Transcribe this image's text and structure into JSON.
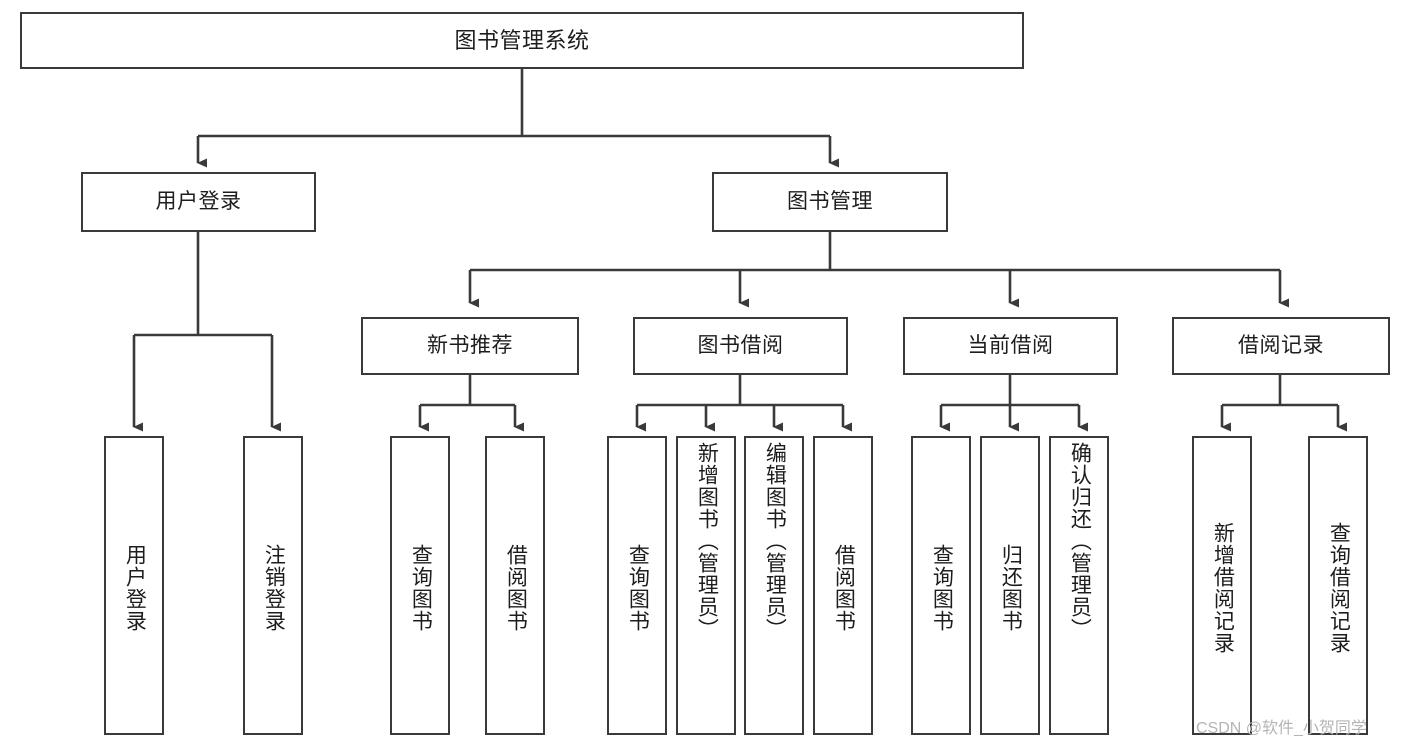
{
  "diagram": {
    "title": "图书管理系统",
    "type": "hierarchy-tree",
    "watermark": "CSDN @软件_小贺同学",
    "colors": {
      "stroke": "#3a3a3a",
      "background": "#ffffff",
      "text": "#1d1d1d",
      "watermark": "#b4b4b4"
    },
    "nodes": {
      "root": {
        "label": "图书管理系统"
      },
      "level2": [
        {
          "id": "user-login",
          "label": "用户登录"
        },
        {
          "id": "book-management",
          "label": "图书管理"
        }
      ],
      "level3": [
        {
          "id": "new-book-recommend",
          "label": "新书推荐"
        },
        {
          "id": "book-borrow",
          "label": "图书借阅"
        },
        {
          "id": "current-borrow",
          "label": "当前借阅"
        },
        {
          "id": "borrow-record",
          "label": "借阅记录"
        }
      ],
      "leaves": {
        "user-login": [
          {
            "id": "leaf-user-login",
            "label": "用户登录"
          },
          {
            "id": "leaf-logout-login",
            "label": "注销登录"
          }
        ],
        "new-book-recommend": [
          {
            "id": "leaf-query-book-1",
            "label": "查询图书"
          },
          {
            "id": "leaf-borrow-book-1",
            "label": "借阅图书"
          }
        ],
        "book-borrow": [
          {
            "id": "leaf-query-book-2",
            "label": "查询图书"
          },
          {
            "id": "leaf-add-book",
            "label": "新增图书（管理员）"
          },
          {
            "id": "leaf-edit-book",
            "label": "编辑图书（管理员）"
          },
          {
            "id": "leaf-borrow-book-2",
            "label": "借阅图书"
          }
        ],
        "current-borrow": [
          {
            "id": "leaf-query-book-3",
            "label": "查询图书"
          },
          {
            "id": "leaf-return-book",
            "label": "归还图书"
          },
          {
            "id": "leaf-confirm-return",
            "label": "确认归还（管理员）"
          }
        ],
        "borrow-record": [
          {
            "id": "leaf-add-record",
            "label": "新增借阅记录"
          },
          {
            "id": "leaf-query-record",
            "label": "查询借阅记录"
          }
        ]
      }
    }
  }
}
